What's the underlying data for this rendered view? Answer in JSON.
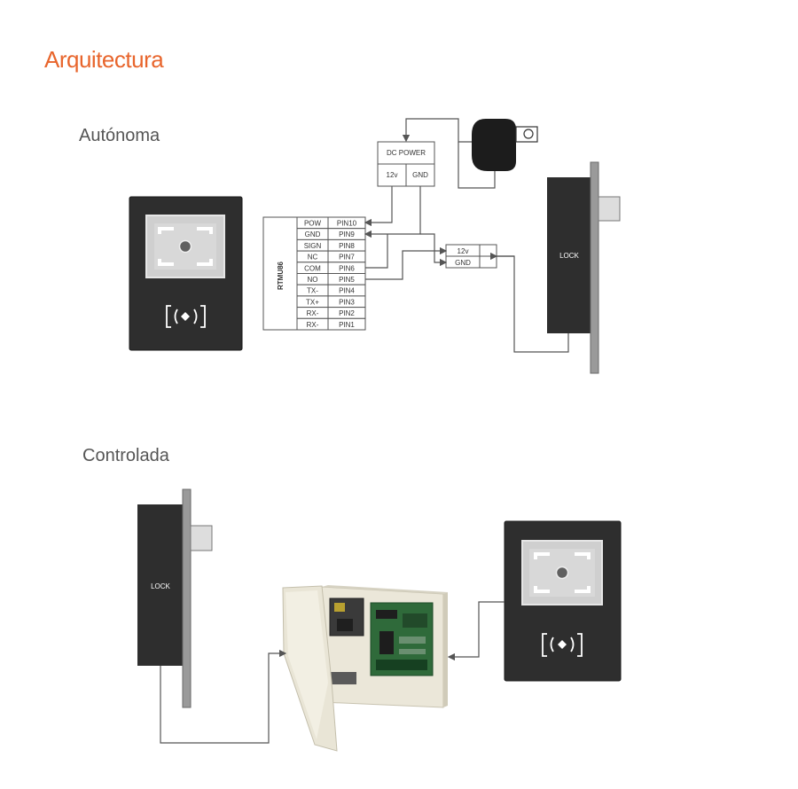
{
  "page": {
    "title": "Arquitectura",
    "title_color": "#E8652C",
    "sections": [
      "Autónoma",
      "Controlada"
    ]
  },
  "power_box": {
    "label": "DC POWER",
    "pins": [
      "12v",
      "GND"
    ]
  },
  "module": {
    "name": "RTMU86",
    "rows": [
      {
        "signal": "POW",
        "pin": "PIN10"
      },
      {
        "signal": "GND",
        "pin": "PIN9"
      },
      {
        "signal": "SIGN",
        "pin": "PIN8"
      },
      {
        "signal": "NC",
        "pin": "PIN7"
      },
      {
        "signal": "COM",
        "pin": "PIN6"
      },
      {
        "signal": "NO",
        "pin": "PIN5"
      },
      {
        "signal": "TX-",
        "pin": "PIN4"
      },
      {
        "signal": "TX+",
        "pin": "PIN3"
      },
      {
        "signal": "RX-",
        "pin": "PIN2"
      },
      {
        "signal": "RX-",
        "pin": "PIN1"
      }
    ]
  },
  "lock_terminal": {
    "pins": [
      "12v",
      "GND"
    ]
  },
  "lock_label": "LOCK",
  "icons": [
    "card-reader-icon",
    "nfc-wave-icon",
    "power-adapter-icon",
    "door-lock-icon",
    "access-controller-panel-icon"
  ]
}
